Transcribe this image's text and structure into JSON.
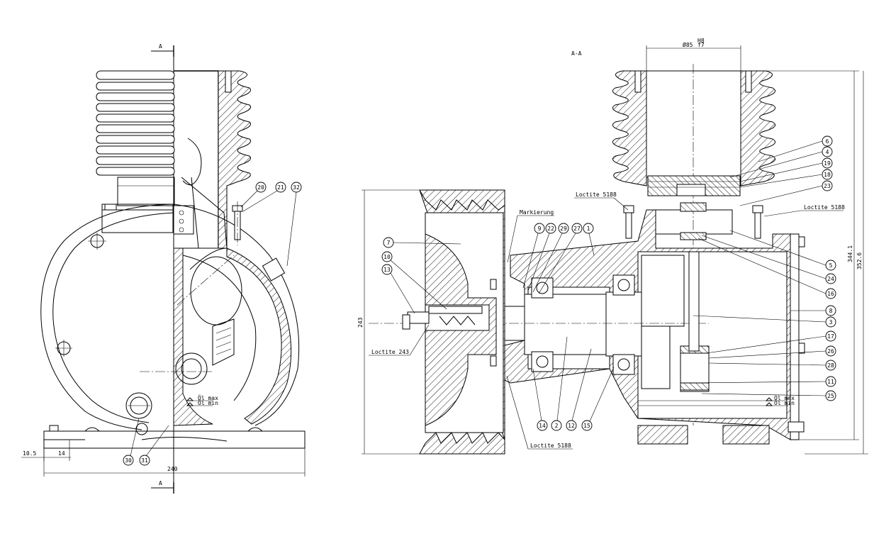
{
  "section_marks": {
    "top": "A",
    "bottom": "A",
    "section_title": "A-A"
  },
  "dimensions": {
    "width_240": "240",
    "offset_10_5": "10.5",
    "offset_14": "14",
    "height_243": "243",
    "height_344_1": "344.1",
    "height_352_6": "352.6",
    "bore_diameter": "Ø85",
    "bore_tol_upper": "H8",
    "bore_tol_lower": "f7",
    "oil_max": "Öl max",
    "oil_min": "Öl min"
  },
  "notes": {
    "loctite_5188_a": "Loctite 5188",
    "loctite_5188_b": "Loctite 5188",
    "loctite_5188_c": "Loctite 5188",
    "loctite_243": "Loctite 243",
    "markierung": "Markierung"
  },
  "part_numbers": {
    "left_view": [
      "20",
      "21",
      "32",
      "30",
      "31"
    ],
    "section_top_row": [
      "9",
      "22",
      "29",
      "27",
      "1"
    ],
    "section_left": [
      "7",
      "10",
      "13"
    ],
    "section_bottom": [
      "14",
      "2",
      "12",
      "15"
    ],
    "section_right": [
      "6",
      "4",
      "19",
      "18",
      "23",
      "5",
      "24",
      "16",
      "8",
      "3",
      "17",
      "26",
      "28",
      "11",
      "25"
    ]
  }
}
